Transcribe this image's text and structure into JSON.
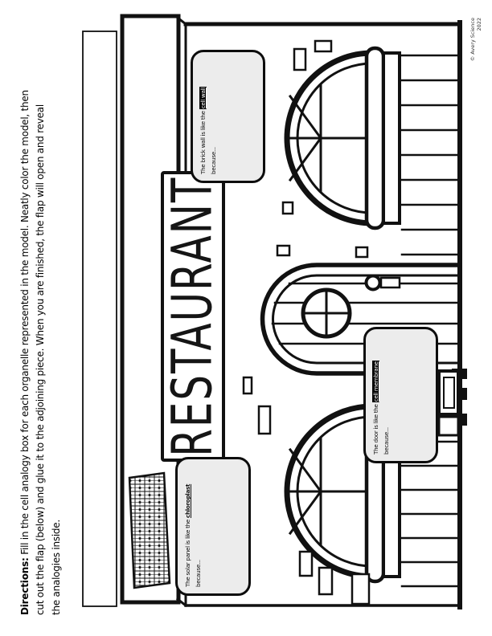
{
  "page": {
    "background": "#ffffff",
    "ink": "#111111",
    "box_fill": "#ececec"
  },
  "directions": {
    "label": "Directions:",
    "line1": "Fill in the cell analogy box for each organelle represented in the model. Neatly color the model, then",
    "line2": "cut out the flap (below) and glue it to the adjoining piece. When you are finished, the flap will open and reveal",
    "line3": "the analogies inside."
  },
  "sign": {
    "text": "RESTAURANT"
  },
  "analogy_boxes": [
    {
      "id": "cell-wall",
      "prefix": "The brick wall is like the ",
      "term": "cell wall",
      "style": "reverse",
      "suffix": "because..."
    },
    {
      "id": "cell-membrane",
      "prefix": "The door is like the ",
      "term": "cell membrane",
      "style": "reverse",
      "suffix": "because..."
    },
    {
      "id": "chloroplast",
      "prefix": "The solar panel is like the ",
      "term": "chloroplast",
      "style": "underline",
      "suffix": "because..."
    }
  ],
  "model_parts": [
    "flap-strip",
    "roof-band",
    "solar-panel",
    "building-wall",
    "restaurant-sign",
    "awning-window-left",
    "awning-window-right",
    "entry-door",
    "door-knob",
    "round-window",
    "siding",
    "bricks",
    "door-steps"
  ],
  "copyright": "© Avery Science 2022"
}
